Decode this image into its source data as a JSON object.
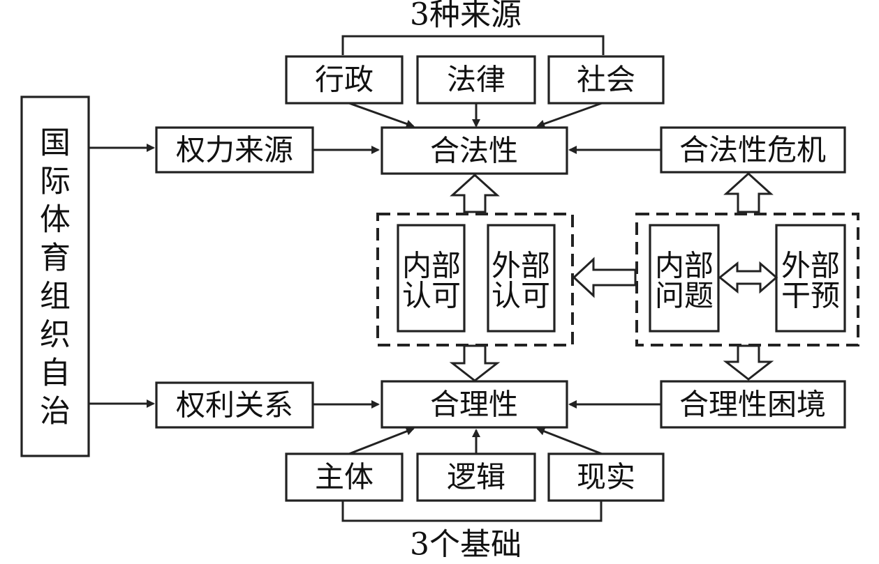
{
  "diagram": {
    "top_group_label": "3种来源",
    "bottom_group_label": "3个基础",
    "left_column_text": "国际体育组织自治",
    "sources": {
      "administrative": "行政",
      "law": "法律",
      "society": "社会"
    },
    "foundations": {
      "subject": "主体",
      "logic": "逻辑",
      "reality": "现实"
    },
    "power_source": "权力来源",
    "rights_relation": "权利关系",
    "legitimacy": "合法性",
    "rationality": "合理性",
    "legitimacy_crisis": "合法性危机",
    "rationality_dilemma": "合理性困境",
    "internal_recognition": {
      "line1": "内部",
      "line2": "认可"
    },
    "external_recognition": {
      "line1": "外部",
      "line2": "认可"
    },
    "internal_problem": {
      "line1": "内部",
      "line2": "问题"
    },
    "external_intervention": {
      "line1": "外部",
      "line2": "干预"
    }
  }
}
